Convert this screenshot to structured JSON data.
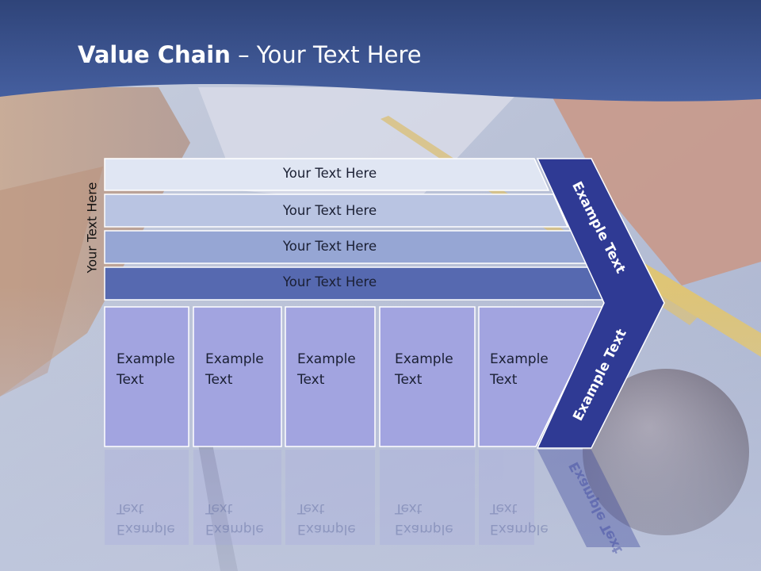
{
  "slide": {
    "title_bold": "Value Chain",
    "title_rest": " – Your Text Here",
    "side_label": "Your Text Here"
  },
  "bars": [
    {
      "label": "Your Text Here"
    },
    {
      "label": "Your Text Here"
    },
    {
      "label": "Your Text Here"
    },
    {
      "label": "Your Text Here"
    }
  ],
  "columns": [
    {
      "line1": "Example",
      "line2": "Text"
    },
    {
      "line1": "Example",
      "line2": "Text"
    },
    {
      "line1": "Example",
      "line2": "Text"
    },
    {
      "line1": "Example",
      "line2": "Text"
    },
    {
      "line1": "Example",
      "line2": "Text"
    }
  ],
  "chevron": {
    "upper_label": "Example Text",
    "lower_label": "Example Text"
  },
  "colors": {
    "header": "#3a4f8e",
    "chevron": "#2f3a94",
    "bar1": "#e0e6f3",
    "bar2": "#b9c4e2",
    "bar3": "#96a6d4",
    "bar4": "#5669b0",
    "column": "#a2a4e0"
  }
}
